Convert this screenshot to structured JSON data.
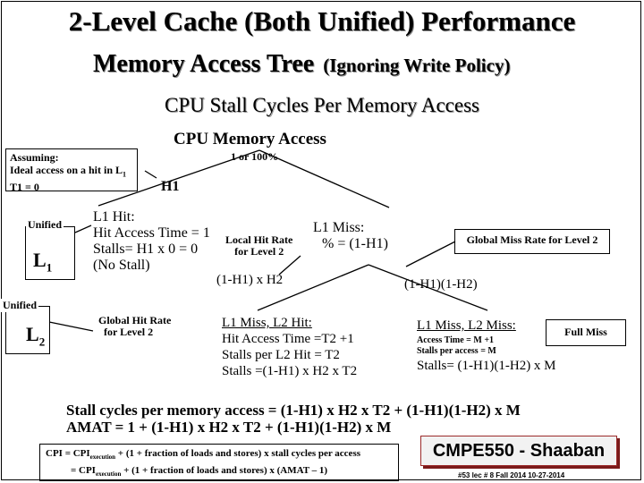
{
  "title": {
    "line1": "2-Level Cache (Both Unified) Performance",
    "line2": "Memory Access Tree",
    "line2_sub": "(Ignoring Write Policy)"
  },
  "subtitle": "CPU  Stall Cycles Per Memory Access",
  "root": "CPU Memory  Access",
  "root_prob": "1 or 100%",
  "assuming": {
    "line1": "Assuming:",
    "line2": "Ideal access on a hit in L",
    "line2_sub": "1",
    "line3": "T1 = 0"
  },
  "h1_label": "H1",
  "l1": {
    "unified_label": "Unified",
    "name": "L",
    "sub": "1"
  },
  "l2": {
    "unified_label": "Unified",
    "name": "L",
    "sub": "2"
  },
  "l1_hit": {
    "line1": "L1  Hit:",
    "line2": "Hit Access Time = 1",
    "line3": "Stalls= H1 x 0 = 0",
    "line4": "(No Stall)"
  },
  "local_hit_rate": {
    "line1": "Local Hit Rate",
    "line2": "for Level 2"
  },
  "l1_miss": {
    "line1": "L1  Miss:",
    "line2": "%  =  (1-H1)"
  },
  "global_miss_rate": "Global Miss Rate for Level 2",
  "edge_h2": "(1-H1) x H2",
  "edge_miss": "(1-H1)(1-H2)",
  "global_hit_rate": {
    "line1": "Global Hit Rate",
    "line2": "for Level 2"
  },
  "l2_hit": {
    "line1": "L1 Miss, L2  Hit:",
    "line2": "Hit Access Time =T2 +1",
    "line3": "Stalls per L2 Hit = T2",
    "line4": "Stalls =(1-H1) x H2 x T2"
  },
  "l2_miss": {
    "line1": "L1 Miss, L2   Miss:",
    "line2": "Access Time = M +1",
    "line3": "Stalls per access = M",
    "line4": "Stalls=  (1-H1)(1-H2) x M"
  },
  "full_miss": "Full Miss",
  "bottom": {
    "line1": "Stall cycles per memory access   =    (1-H1) x H2 x T2   +   (1-H1)(1-H2) x M",
    "line2": "AMAT  =  1  + (1-H1) x H2 x T2   +  (1-H1)(1-H2) x M"
  },
  "cpi": {
    "line1_a": "CPI = CPI",
    "line1_sub": "execution",
    "line1_b": " +  (1 + fraction of loads and stores) x stall cycles per access",
    "line2_a": "= CPI",
    "line2_sub": "execution",
    "line2_b": " +  (1 + fraction of loads and stores) x (AMAT – 1)"
  },
  "brand": "CMPE550 - Shaaban",
  "footer": "#53   lec # 8   Fall 2014  10-27-2014"
}
